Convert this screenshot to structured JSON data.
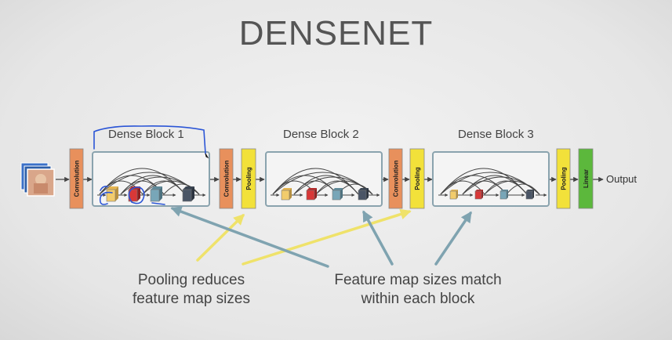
{
  "title": "DENSENET",
  "blocks": [
    {
      "label": "Dense Block 1"
    },
    {
      "label": "Dense Block 2"
    },
    {
      "label": "Dense Block 3"
    }
  ],
  "layers": {
    "convolution": "Convolution",
    "pooling": "Pooling",
    "linear": "Linear"
  },
  "output_label": "Output",
  "captions": {
    "pooling": [
      "Pooling reduces",
      "feature map sizes"
    ],
    "feature": [
      "Feature map sizes match",
      "within each block"
    ]
  },
  "colors": {
    "convolution": "#e8905c",
    "pooling": "#f2e13a",
    "linear": "#5cb83c",
    "block_border": "#8aa3ae",
    "arrow_yellow": "#efe26a",
    "arrow_teal": "#7fa3b0",
    "annotation": "#2b55d6",
    "node_colors": [
      "#f2cc6c",
      "#d83838",
      "#78a6b8",
      "#4a5566"
    ]
  }
}
